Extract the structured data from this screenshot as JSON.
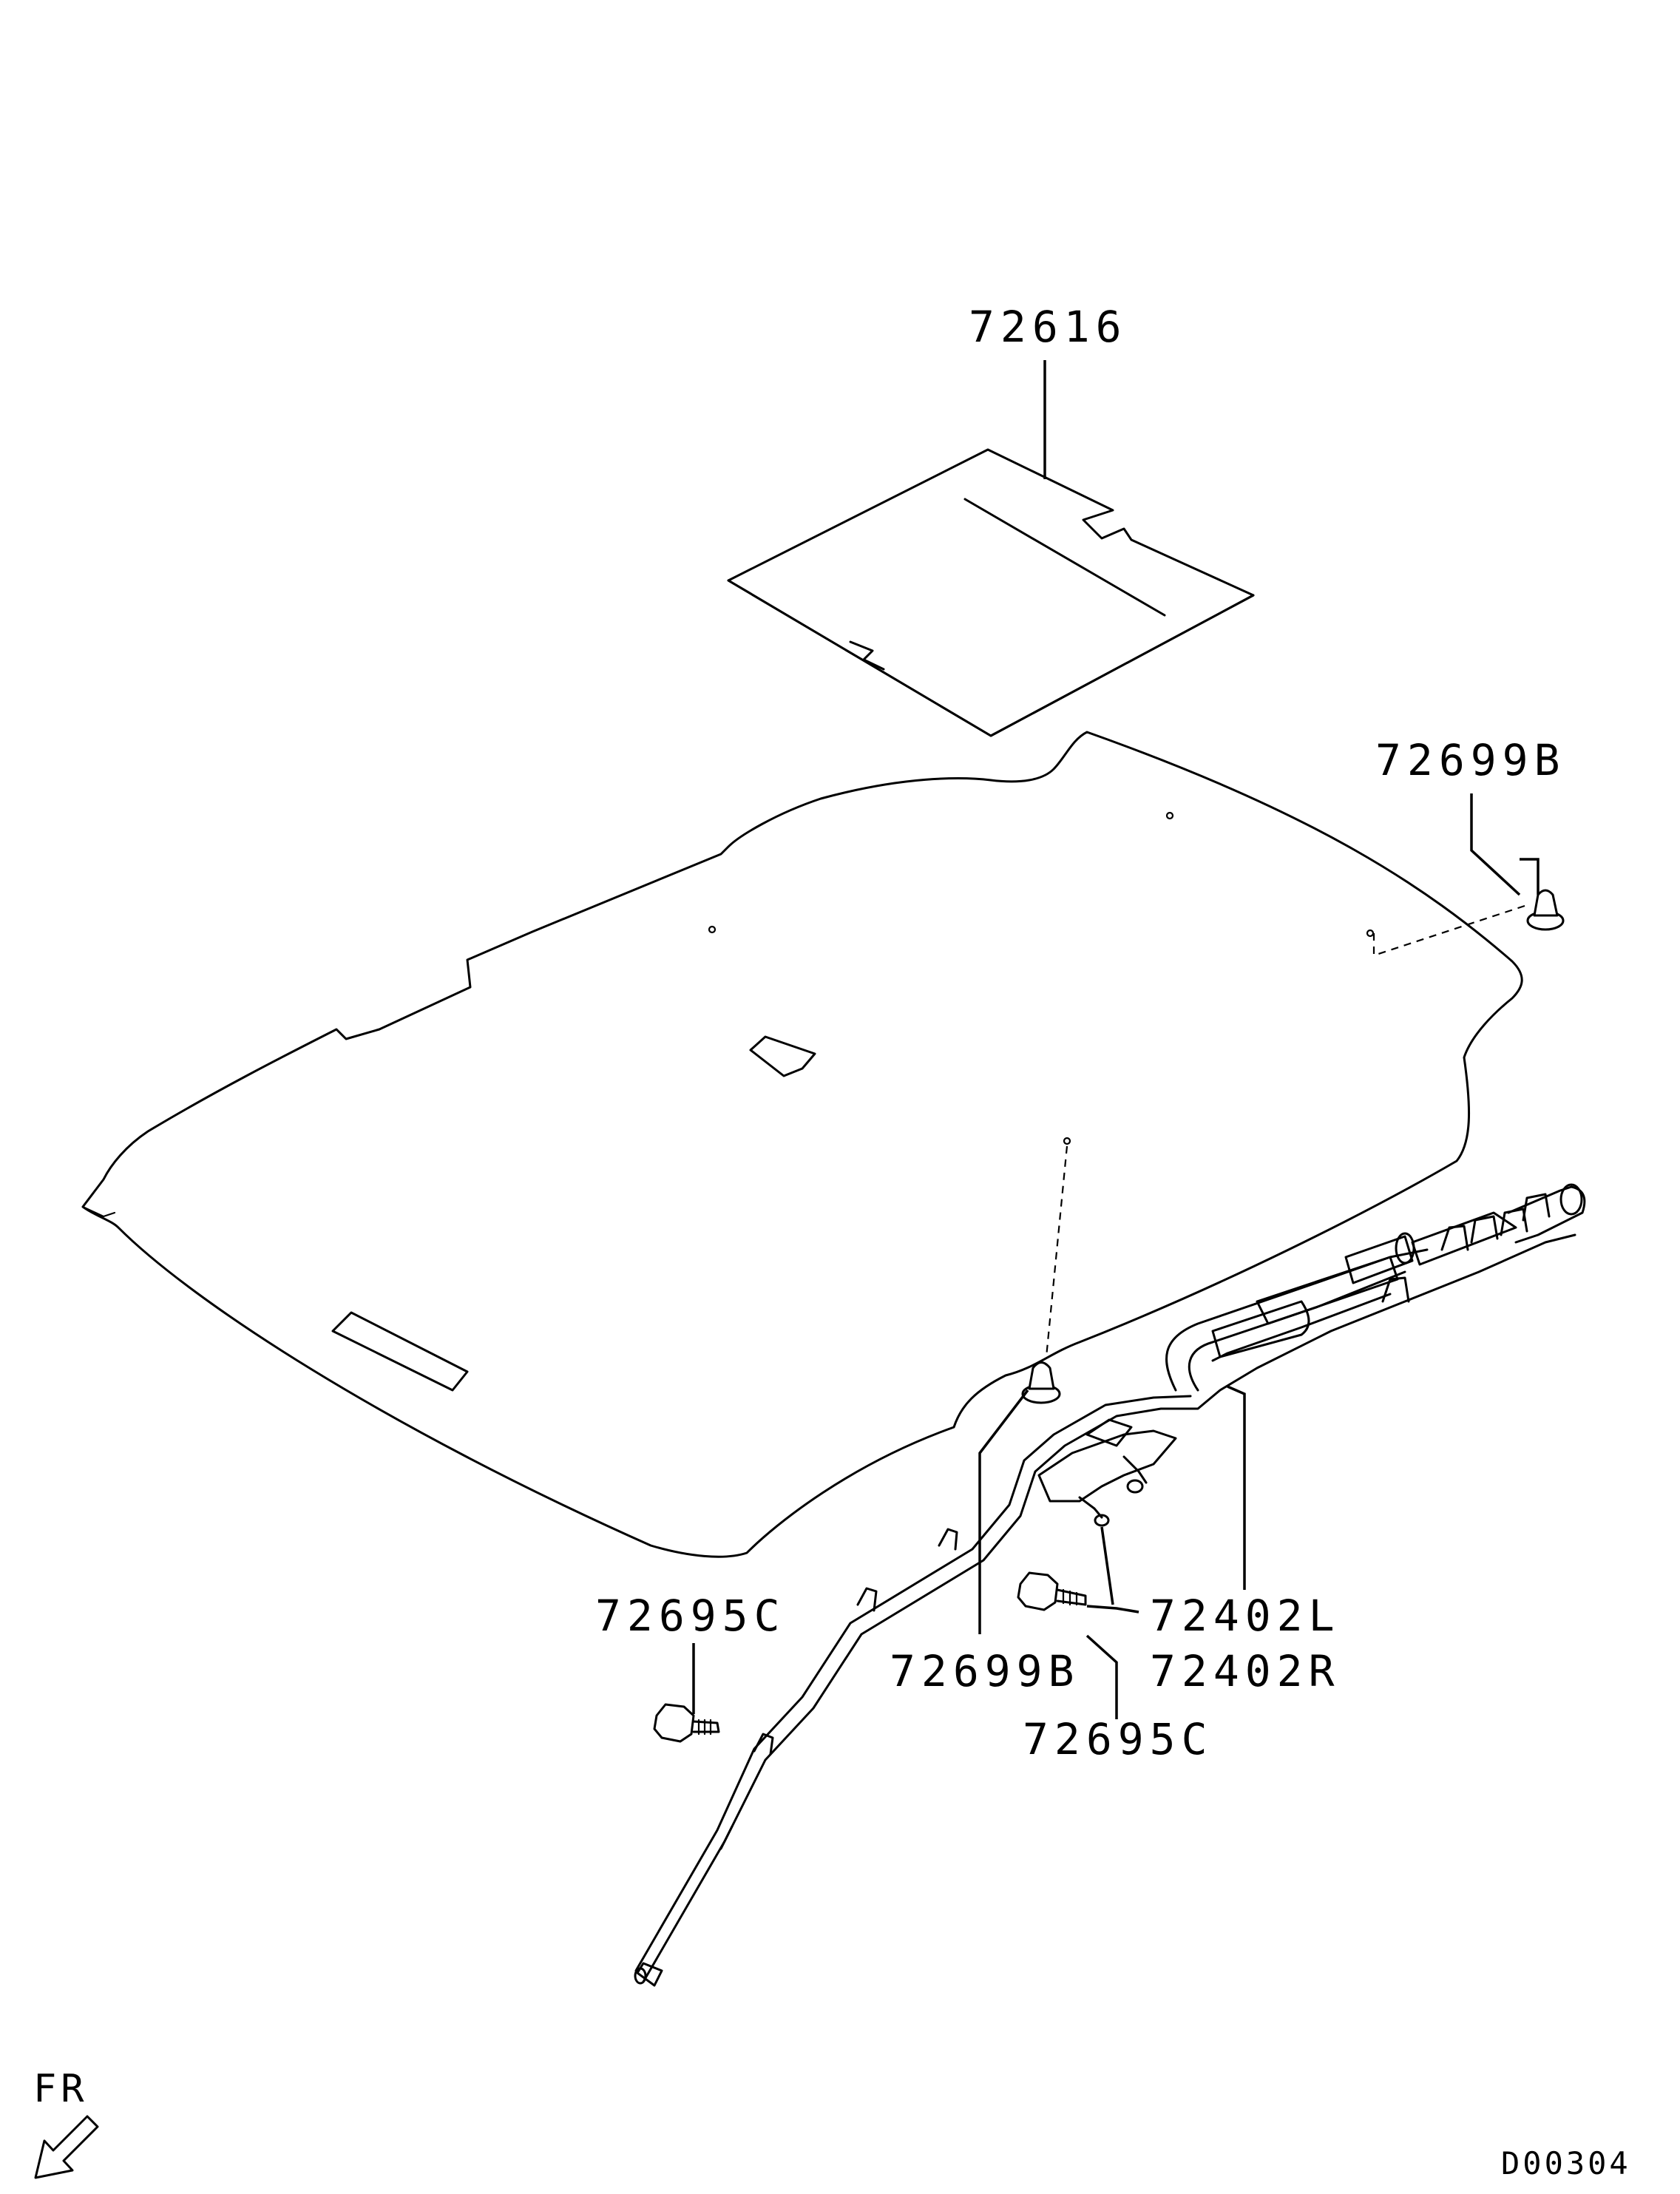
{
  "diagram": {
    "labels": {
      "part_72616": "72616",
      "part_72699B_right": "72699B",
      "part_72695C_left": "72695C",
      "part_72699B_center": "72699B",
      "part_72402L": "72402L",
      "part_72402R": "72402R",
      "part_72695C_center": "72695C"
    },
    "direction_label": "FR",
    "diagram_code": "D00304"
  }
}
